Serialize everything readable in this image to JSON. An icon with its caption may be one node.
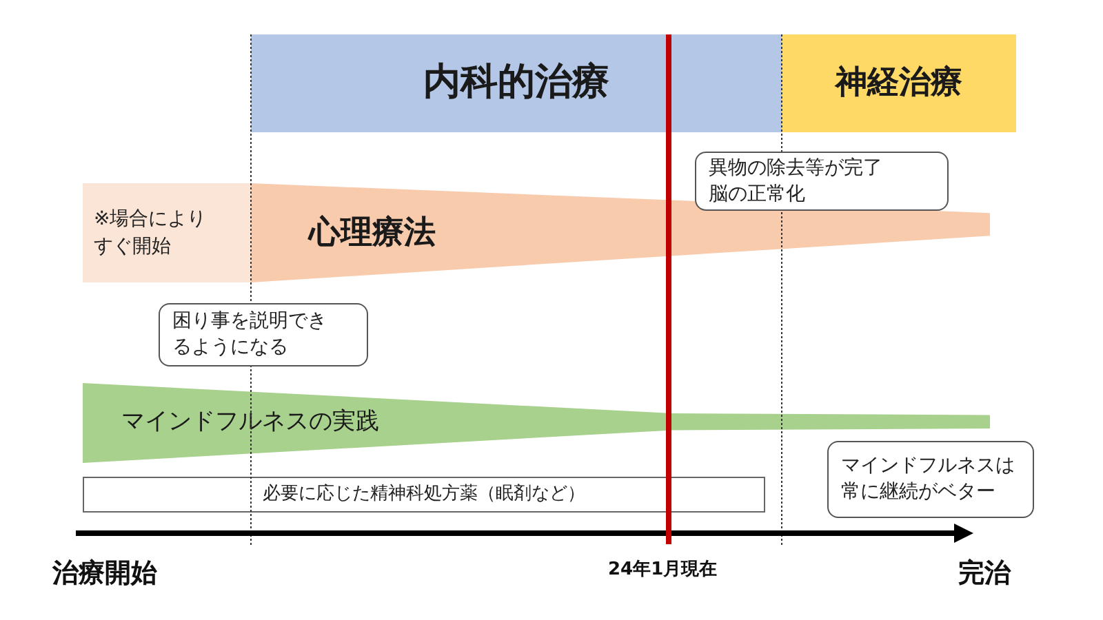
{
  "diagram": {
    "nodes": [
      {
        "text": [
          "内科的治療"
        ]
      },
      {
        "text": [
          "神経治療"
        ]
      },
      {
        "text": [
          "※場合によりすぐ開始"
        ]
      },
      {
        "text": [
          "心理療法"
        ]
      },
      {
        "text": [
          "困り事を説明できるようになる"
        ]
      },
      {
        "text": [
          "異物の除去等が完了脳の正常化"
        ]
      },
      {
        "text": [
          "マインドフルネスの実践"
        ]
      },
      {
        "text": [
          "必要に応じた精神科処方薬（眠剤など）"
        ]
      },
      {
        "text": [
          "マインドフルネスは常に継続がベター"
        ]
      }
    ],
    "labels": [
      "治療開始",
      "24年1月現在",
      "完治"
    ]
  }
}
